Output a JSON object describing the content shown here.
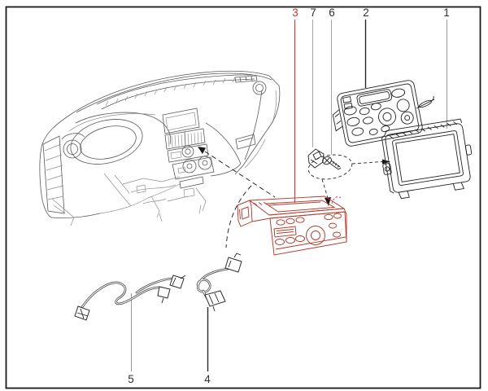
{
  "figure": {
    "kind": "exploded-parts-diagram",
    "background": "#ffffff",
    "border_color": "#1a1a1a",
    "highlight_color": "#c4382c",
    "ink_color": "#2a2a2a",
    "leader_gray": "#9a9a9a"
  },
  "callouts": {
    "c1": {
      "label": "1"
    },
    "c2": {
      "label": "2"
    },
    "c3": {
      "label": "3",
      "highlighted": true
    },
    "c4": {
      "label": "4"
    },
    "c5": {
      "label": "5"
    },
    "c6": {
      "label": "6"
    },
    "c7": {
      "label": "7"
    }
  }
}
